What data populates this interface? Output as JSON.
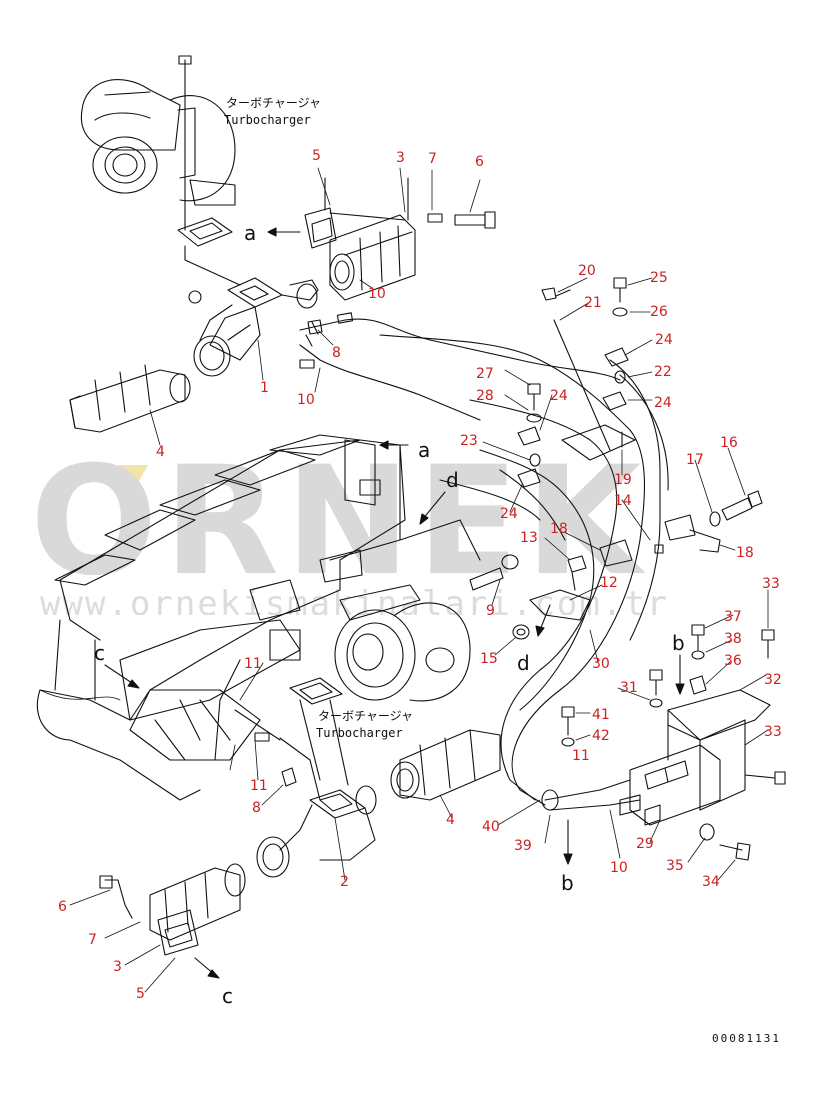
{
  "captions": {
    "turbo_jp_top": "ターボチャージャ",
    "turbo_en_top": "Turbocharger",
    "turbo_jp_mid": "ターボチャージャ",
    "turbo_en_mid": "Turbocharger"
  },
  "watermark": {
    "text": "ÖRNEK",
    "url": "www.ornekismakinalari.com.tr",
    "color": "#d9d9d9",
    "accent_color": "#f2e3a6"
  },
  "drawing_number": "00081131",
  "callouts": [
    {
      "id": "c5a",
      "text": "5"
    },
    {
      "id": "c3a",
      "text": "3"
    },
    {
      "id": "c7a",
      "text": "7"
    },
    {
      "id": "c6a",
      "text": "6"
    },
    {
      "id": "c10a",
      "text": "10"
    },
    {
      "id": "c8a",
      "text": "8"
    },
    {
      "id": "c1",
      "text": "1"
    },
    {
      "id": "c10b",
      "text": "10"
    },
    {
      "id": "c4a",
      "text": "4"
    },
    {
      "id": "c20",
      "text": "20"
    },
    {
      "id": "c21",
      "text": "21"
    },
    {
      "id": "c25",
      "text": "25"
    },
    {
      "id": "c26",
      "text": "26"
    },
    {
      "id": "c24a",
      "text": "24"
    },
    {
      "id": "c22",
      "text": "22"
    },
    {
      "id": "c24b",
      "text": "24"
    },
    {
      "id": "c27",
      "text": "27"
    },
    {
      "id": "c28",
      "text": "28"
    },
    {
      "id": "c24c",
      "text": "24"
    },
    {
      "id": "c23",
      "text": "23"
    },
    {
      "id": "c19",
      "text": "19"
    },
    {
      "id": "c16",
      "text": "16"
    },
    {
      "id": "c17",
      "text": "17"
    },
    {
      "id": "c14",
      "text": "14"
    },
    {
      "id": "c24d",
      "text": "24"
    },
    {
      "id": "c18a",
      "text": "18"
    },
    {
      "id": "c13",
      "text": "13"
    },
    {
      "id": "c18b",
      "text": "18"
    },
    {
      "id": "c33a",
      "text": "33"
    },
    {
      "id": "c12",
      "text": "12"
    },
    {
      "id": "c9",
      "text": "9"
    },
    {
      "id": "c37",
      "text": "37"
    },
    {
      "id": "c38",
      "text": "38"
    },
    {
      "id": "c36",
      "text": "36"
    },
    {
      "id": "c15",
      "text": "15"
    },
    {
      "id": "c30",
      "text": "30"
    },
    {
      "id": "c32",
      "text": "32"
    },
    {
      "id": "c31",
      "text": "31"
    },
    {
      "id": "c41",
      "text": "41"
    },
    {
      "id": "c42",
      "text": "42"
    },
    {
      "id": "c33b",
      "text": "33"
    },
    {
      "id": "c11a",
      "text": "11"
    },
    {
      "id": "c11b",
      "text": "11"
    },
    {
      "id": "c11c",
      "text": "11"
    },
    {
      "id": "c8b",
      "text": "8"
    },
    {
      "id": "c4b",
      "text": "4"
    },
    {
      "id": "c40",
      "text": "40"
    },
    {
      "id": "c39",
      "text": "39"
    },
    {
      "id": "c29",
      "text": "29"
    },
    {
      "id": "c35",
      "text": "35"
    },
    {
      "id": "c34",
      "text": "34"
    },
    {
      "id": "c10c",
      "text": "10"
    },
    {
      "id": "c2",
      "text": "2"
    },
    {
      "id": "c6b",
      "text": "6"
    },
    {
      "id": "c7b",
      "text": "7"
    },
    {
      "id": "c3b",
      "text": "3"
    },
    {
      "id": "c5b",
      "text": "5"
    }
  ],
  "view_letters": [
    {
      "id": "va1",
      "text": "a"
    },
    {
      "id": "va2",
      "text": "a"
    },
    {
      "id": "vd1",
      "text": "d"
    },
    {
      "id": "vd2",
      "text": "d"
    },
    {
      "id": "vb1",
      "text": "b"
    },
    {
      "id": "vb2",
      "text": "b"
    },
    {
      "id": "vc1",
      "text": "c"
    },
    {
      "id": "vc2",
      "text": "c"
    }
  ],
  "colors": {
    "callout": "#cc2222",
    "linework": "#111111"
  }
}
